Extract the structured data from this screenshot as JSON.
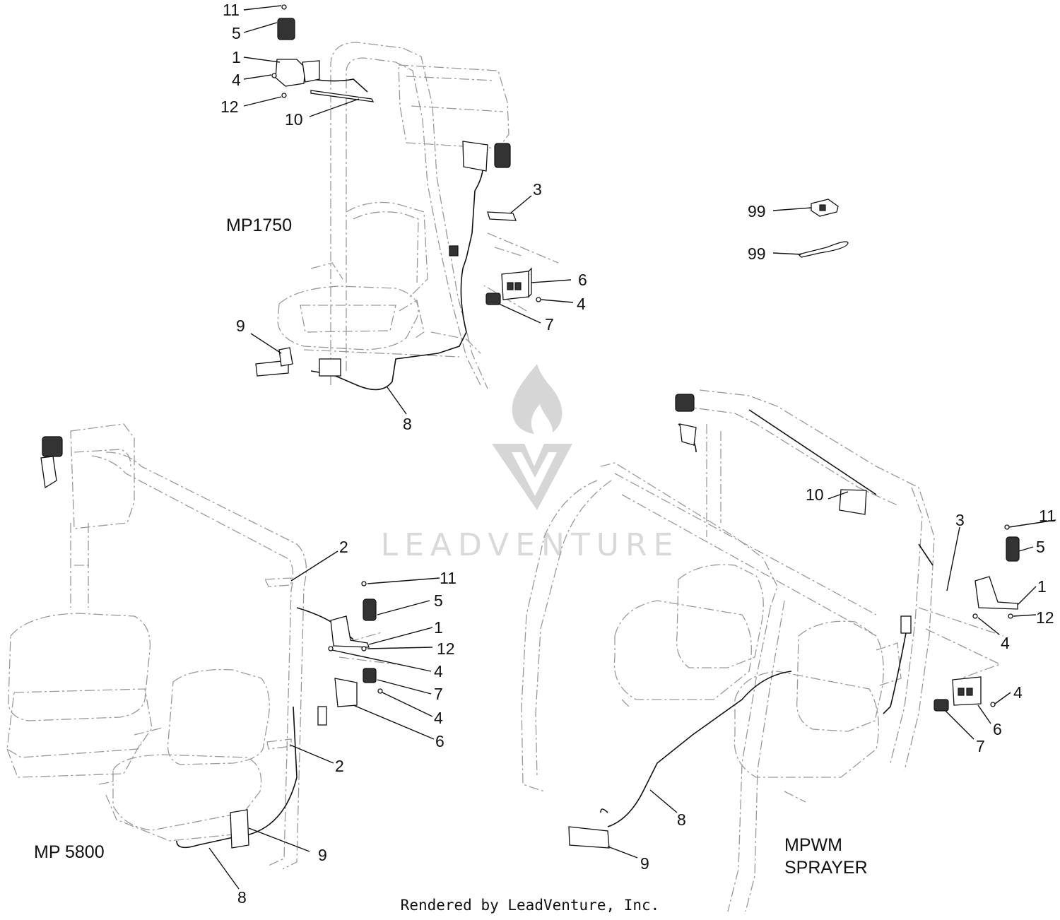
{
  "assemblies": [
    {
      "label": "MP1750"
    },
    {
      "label": "MP 5800"
    },
    {
      "label": "MPWM\nSPRAYER",
      "line1": "MPWM",
      "line2": "SPRAYER"
    }
  ],
  "callouts": {
    "mp1750": [
      "11",
      "5",
      "1",
      "4",
      "12",
      "10",
      "3",
      "6",
      "4",
      "7",
      "9",
      "8"
    ],
    "loose": [
      "99",
      "99"
    ],
    "mp5800": [
      "2",
      "11",
      "5",
      "1",
      "12",
      "4",
      "7",
      "4",
      "6",
      "2",
      "9",
      "8"
    ],
    "mpwm": [
      "10",
      "3",
      "11",
      "5",
      "1",
      "12",
      "4",
      "4",
      "6",
      "7",
      "8",
      "9"
    ]
  },
  "watermark": {
    "text": "LEADVENTURE"
  },
  "footer": {
    "credit": "Rendered by LeadVenture, Inc."
  }
}
